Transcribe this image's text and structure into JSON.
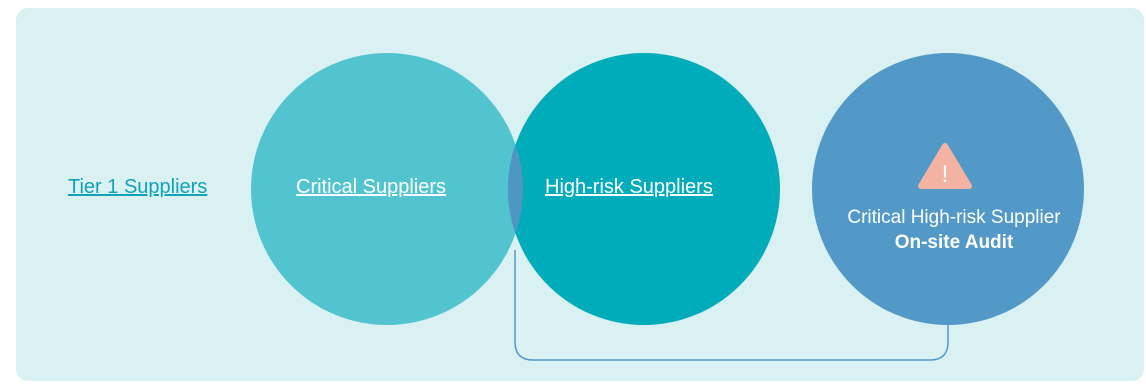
{
  "links": {
    "tier1": "Tier 1 Suppliers",
    "critical": "Critical Suppliers",
    "high_risk": "High-risk Suppliers"
  },
  "audit": {
    "line1": "Critical High-risk Supplier",
    "line2": "On-site Audit",
    "warning_glyph": "!"
  },
  "colors": {
    "panel": "#d9f1f3",
    "critical_circle": "#52c4d0",
    "high_risk_circle": "#00abba",
    "overlap": "#4f96c3",
    "audit_circle": "#5399c7",
    "warning": "#f3b3a3",
    "connector": "#5399c7",
    "tier1_text": "#12a2b5"
  }
}
